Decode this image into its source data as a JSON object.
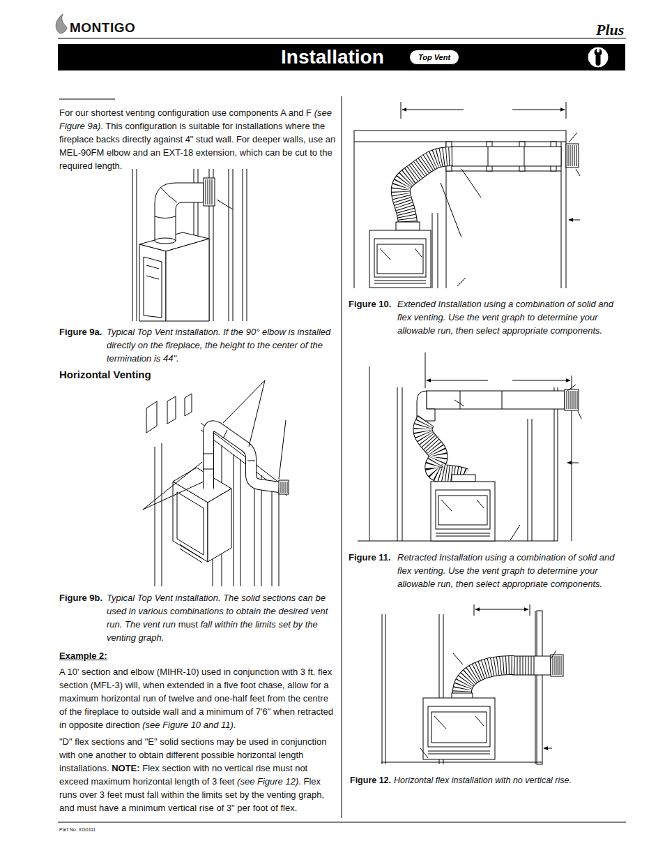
{
  "diagram": {
    "nodes": [
      {
        "text": [
          "Installation"
        ]
      },
      {
        "text": [
          "Top Vent"
        ],
        "in": 0
      }
    ],
    "labels": [
      "MONTIGO",
      "Plus",
      "For our shortest venting configuration use components A and F",
      "(see Figure 9a)",
      ". This configuration is suitable for installations where the fireplace backs directly against 4\" stud wall. For deeper walls, use an MEL-90FM elbow and an EXT-18 extension, which can be cut to the required length.",
      "Figure 9a.",
      "Typical Top Vent installation. If the 90° elbow is installed directly on the fireplace, the height to the center of the termination is 44\".",
      "Horizontal Venting",
      "Figure 9b.",
      "Typical Top Vent installation. The solid sections can be used in various combinations to obtain the desired vent run. The vent run",
      "must",
      "fall within the limits set by the venting graph.",
      "Example 2:",
      "A 10' section and elbow (MIHR-10) used in conjunction with 3 ft. flex section (MFL-3) will, when extended in a five foot chase, allow for a maximum horizontal run of twelve and one-half feet from the centre of the fireplace to outside wall and a minimum of 7'6\" when retracted in opposite direction",
      "(see Figure 10 and 11)",
      ".",
      "\"D\" flex sections and \"E\" solid sections may be used in conjunction with one another to obtain different possible horizontal length installations.",
      "NOTE:",
      "Flex section with no vertical rise must not exceed maximum horizontal length of 3 feet",
      "(see Figure 12)",
      ". Flex runs over 3 feet must fall within the limits set by the venting graph, and must have a minimum vertical rise of 3\" per foot of flex.",
      "Figure 10.",
      "Extended Installation using a combination of solid and flex venting. Use the vent graph to determine your allowable run, then select appropriate components.",
      "Figure 11.",
      "Retracted Installation using a combination of solid and flex venting. Use the vent graph to determine your allowable run, then select appropriate components.",
      "Figure 12.",
      "Horizontal flex installation with no vertical rise.",
      "Part No. XG0111"
    ]
  }
}
